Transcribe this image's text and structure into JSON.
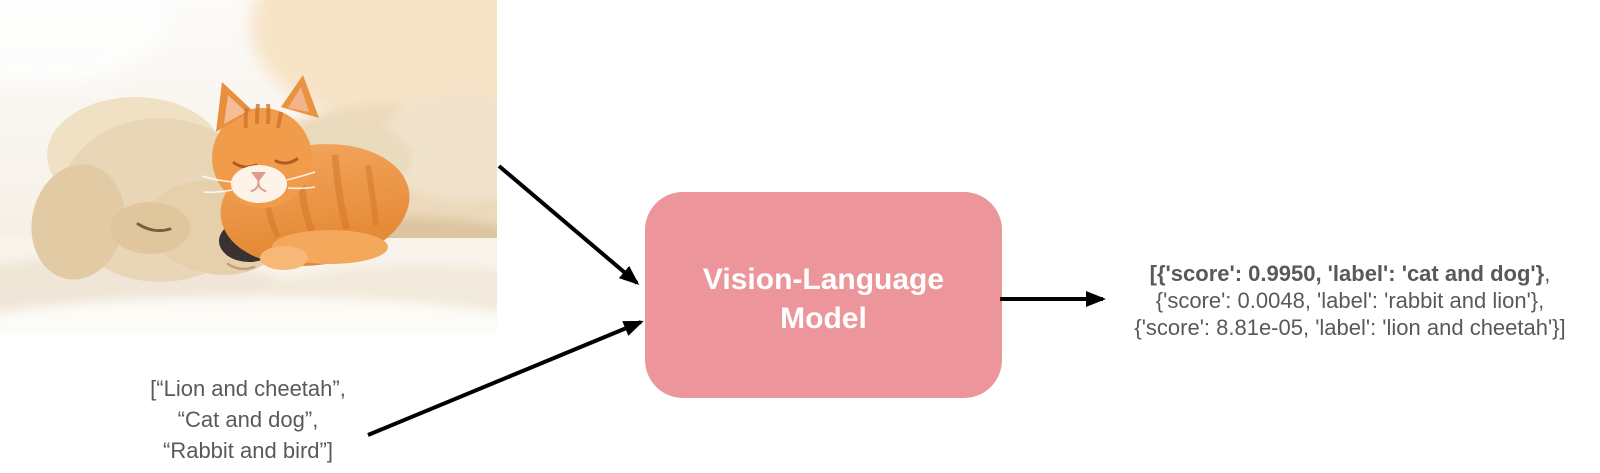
{
  "colors": {
    "model_box_bg": "#EC969B",
    "model_box_text": "#FFFFFF",
    "body_text": "#58595B",
    "arrow": "#000000"
  },
  "input_image": {
    "description": "Sleeping cream puppy cuddling with a sleeping orange tabby kitten on a white fluffy blanket"
  },
  "input_text": {
    "lines": [
      "[“Lion and cheetah”,",
      "“Cat and dog”,",
      "“Rabbit and bird”]"
    ]
  },
  "model_box": {
    "label_line1": "Vision-Language",
    "label_line2": "Model"
  },
  "output_text": {
    "line1_bold": "[{'score': 0.9950, 'label': 'cat and dog'}",
    "line1_tail": ",",
    "line2": "{'score': 0.0048, 'label': 'rabbit and lion'},",
    "line3": "{'score': 8.81e-05, 'label': 'lion and cheetah'}]"
  }
}
